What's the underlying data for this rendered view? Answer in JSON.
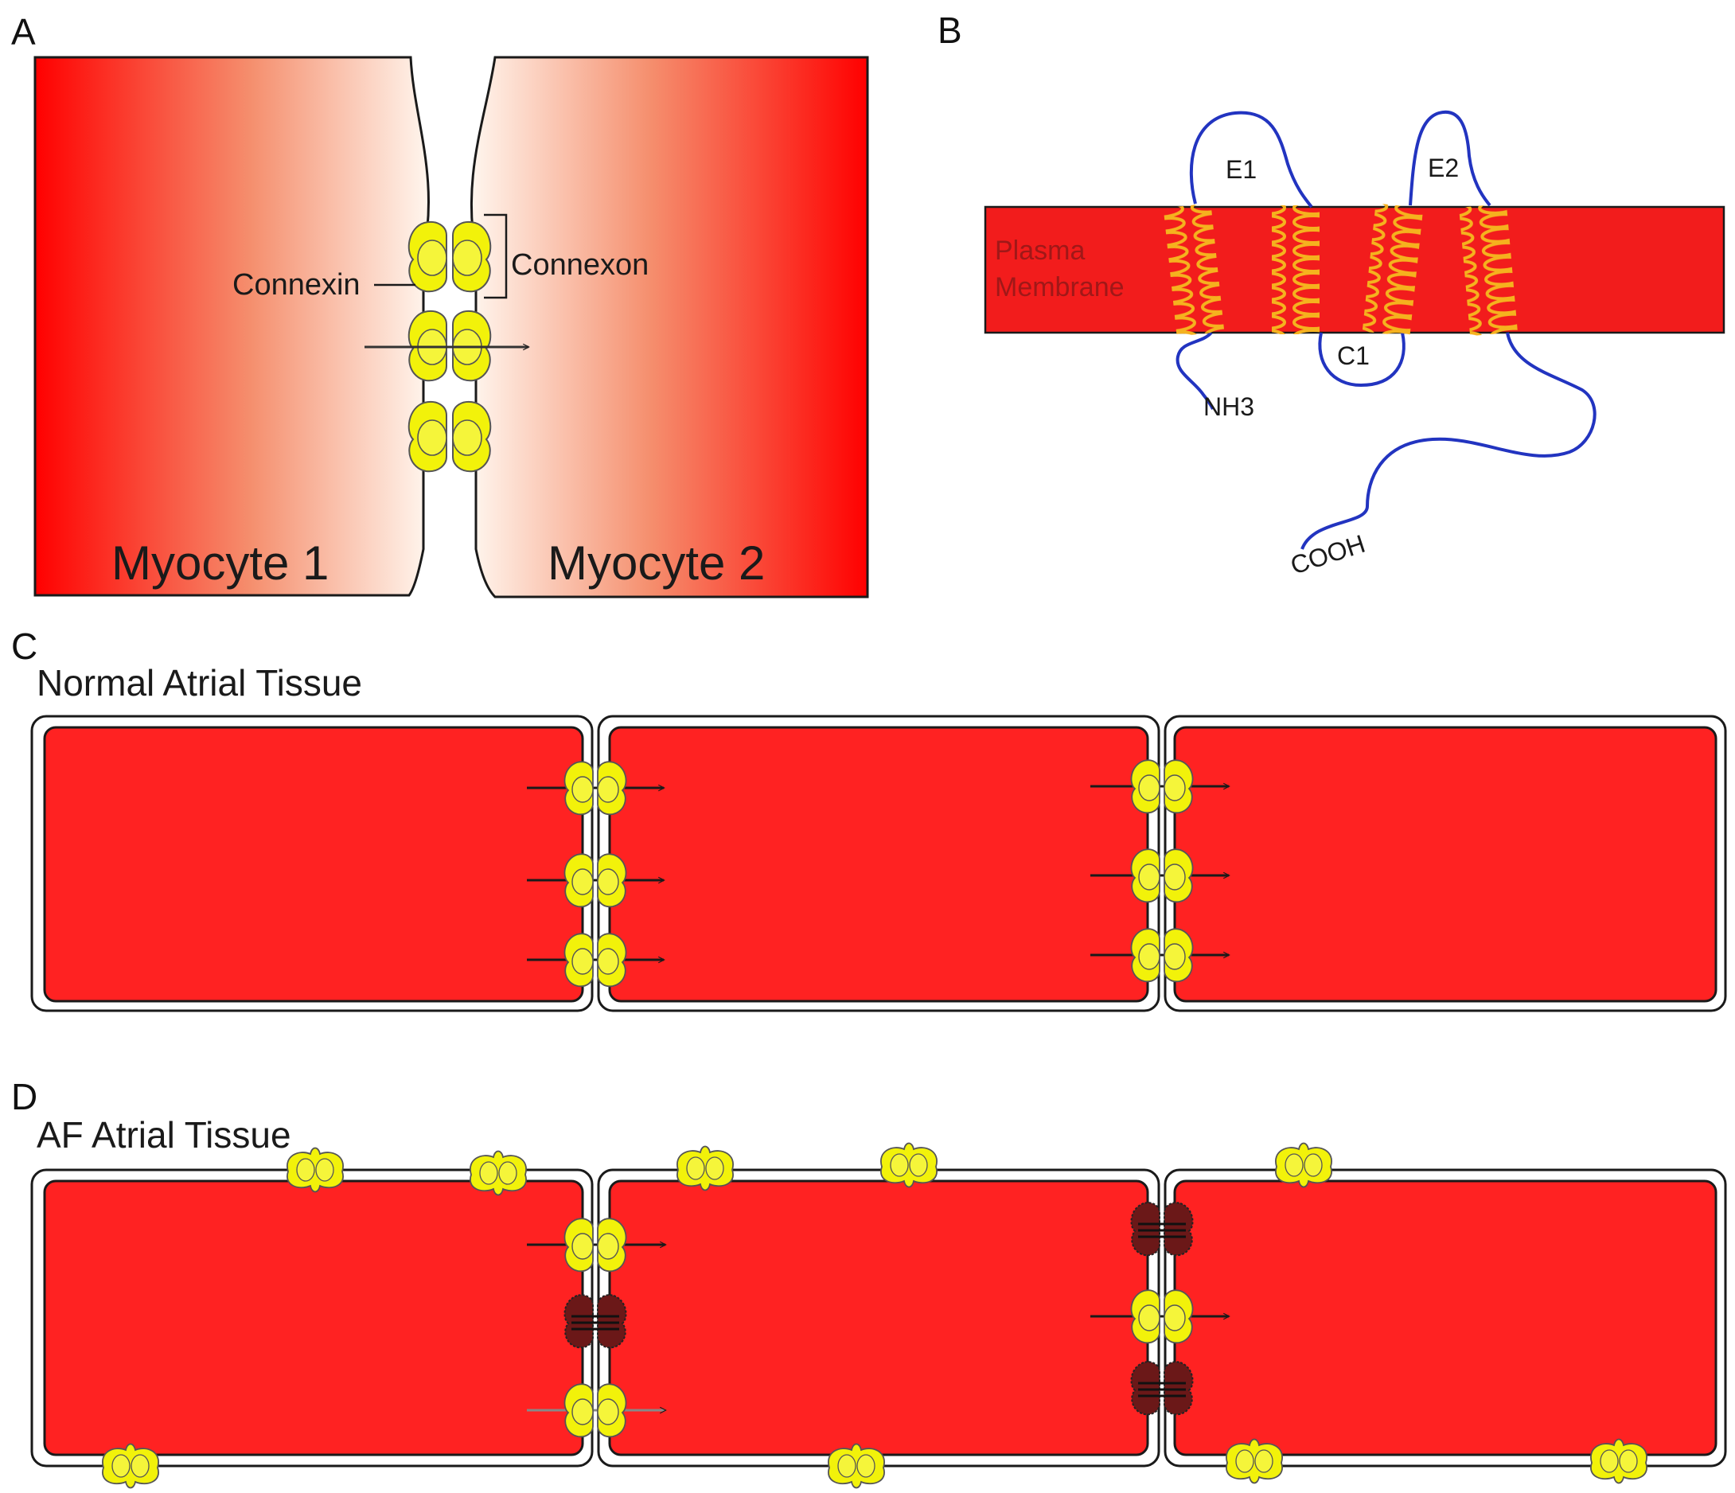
{
  "colors": {
    "cytoplasm_red": "#ff2222",
    "membrane_red": "#f21c1c",
    "connexin_yellow": "#f2f20a",
    "helix_orange": "#f5b21e",
    "loop_blue": "#2234c0",
    "outline": "#1a1a1a",
    "closed_channel": "#333333"
  },
  "panel_a": {
    "letter": "A",
    "connexin_label": "Connexin",
    "connexon_label": "Connexon",
    "cell_left_label": "Myocyte 1",
    "cell_right_label": "Myocyte 2"
  },
  "panel_b": {
    "letter": "B",
    "membrane_label_line1": "Plasma",
    "membrane_label_line2": "Membrane",
    "loop_e1": "E1",
    "loop_e2": "E2",
    "loop_c1": "C1",
    "n_terminus": "NH3",
    "c_terminus": "COOH"
  },
  "panel_c": {
    "letter": "C",
    "title": "Normal Atrial Tissue"
  },
  "panel_d": {
    "letter": "D",
    "title": "AF Atrial Tissue"
  },
  "icons": [
    "connexin-pair-icon",
    "lateralized-connexon-icon",
    "closed-channel-icon",
    "conduction-arrow-icon"
  ]
}
